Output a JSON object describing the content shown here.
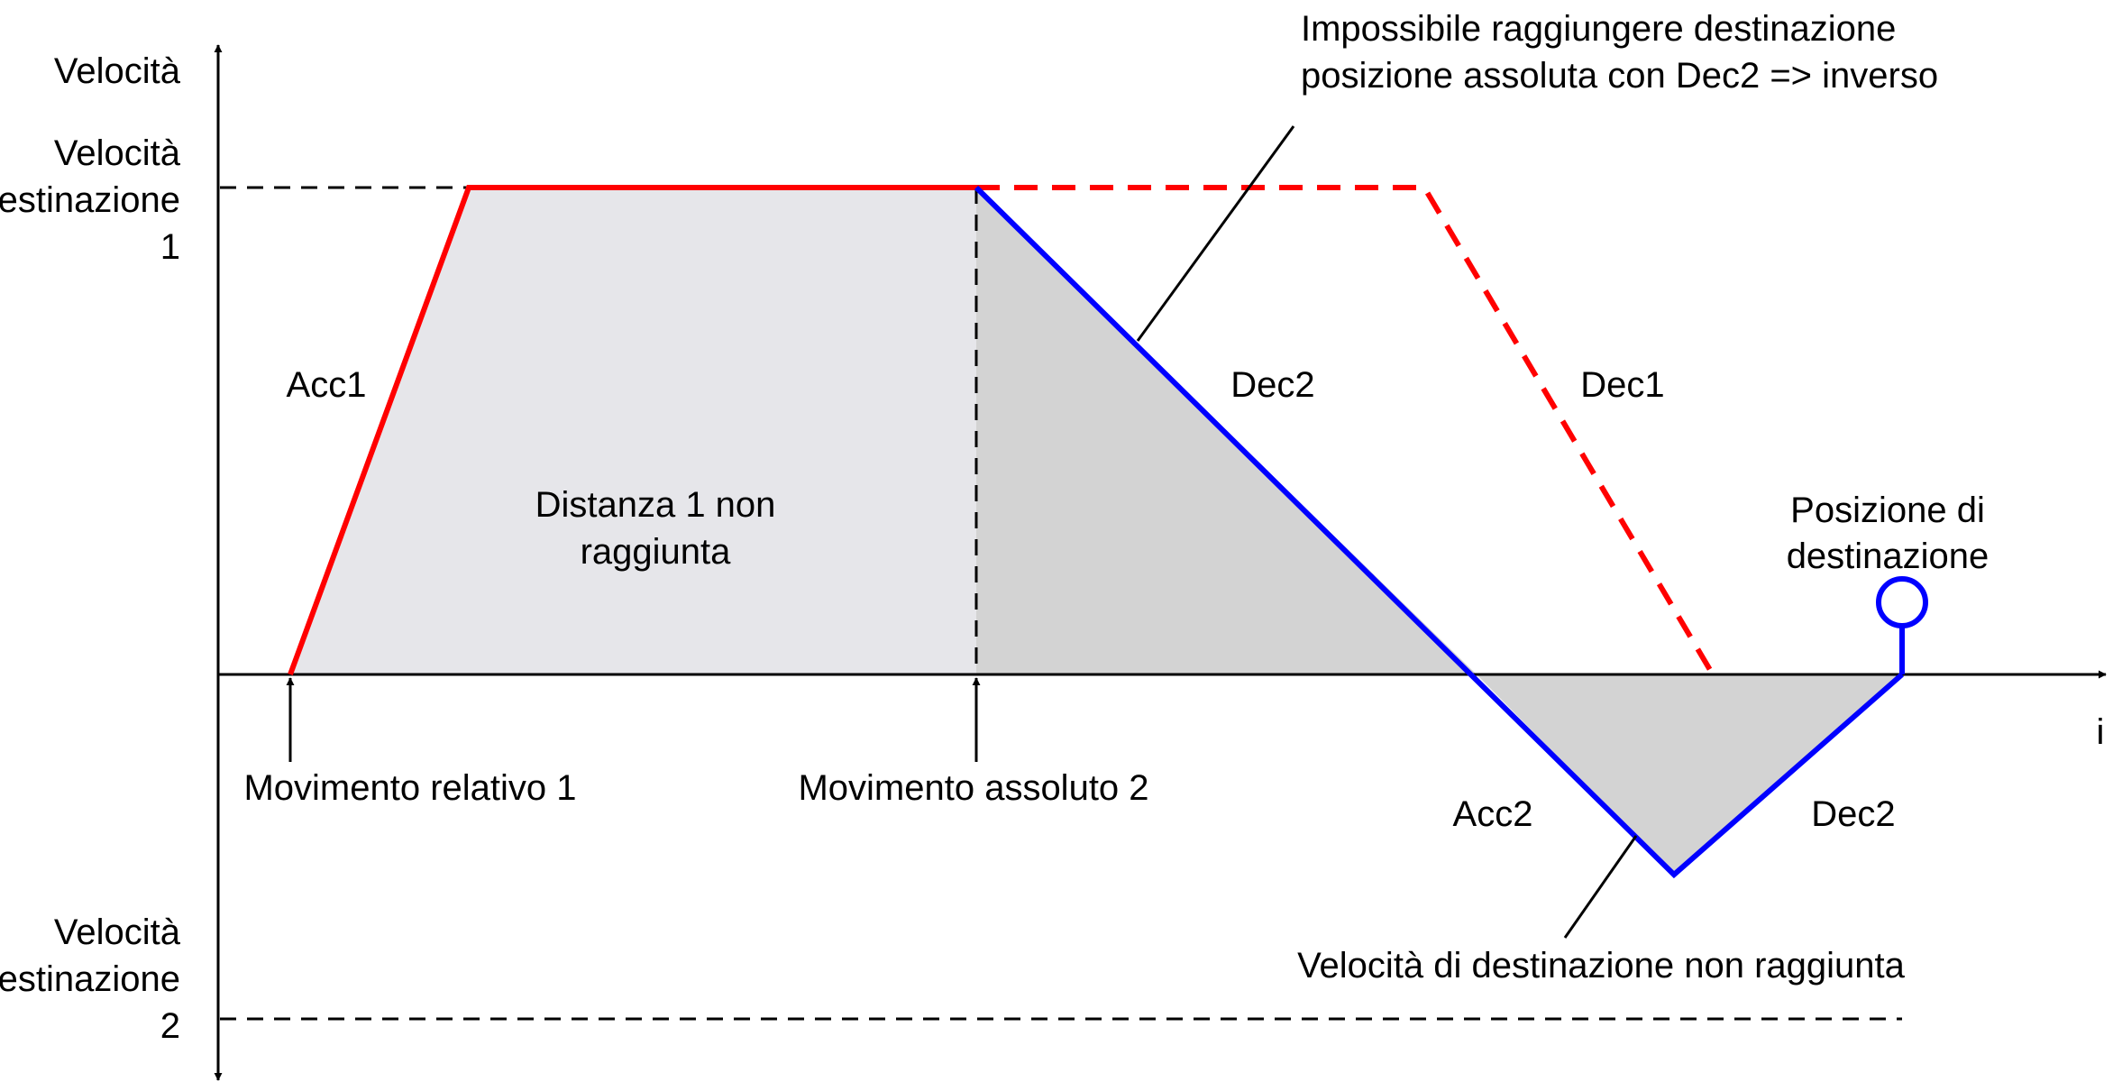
{
  "colors": {
    "accel_profile": "#ff0000",
    "planned_profile": "#ff0000",
    "actual_profile": "#0000ff",
    "area_distance1": "#e6e6ea",
    "area_decel": "#d3d3d3",
    "axis": "#000000"
  },
  "axis": {
    "y_label": "Velocità",
    "x_label": "i"
  },
  "target_velocity_1": {
    "line1": "Velocità",
    "line2": "destinazione",
    "line3": "1"
  },
  "target_velocity_2": {
    "line1": "Velocità",
    "line2": "destinazione",
    "line3": "2"
  },
  "labels": {
    "acc1": "Acc1",
    "dec2_upper": "Dec2",
    "dec1": "Dec1",
    "acc2": "Acc2",
    "dec2_lower": "Dec2"
  },
  "area_distance1": {
    "line1": "Distanza 1 non",
    "line2": "raggiunta"
  },
  "events": {
    "relative_move_1": "Movimento relativo 1",
    "absolute_move_2": "Movimento assoluto 2"
  },
  "callouts": {
    "cannot_reach": {
      "line1": "Impossibile raggiungere destinazione",
      "line2": "posizione assoluta con Dec2 => inverso"
    },
    "target_position": {
      "line1": "Posizione di",
      "line2": "destinazione"
    },
    "target_velocity_not_reached": "Velocità di destinazione non raggiunta"
  }
}
